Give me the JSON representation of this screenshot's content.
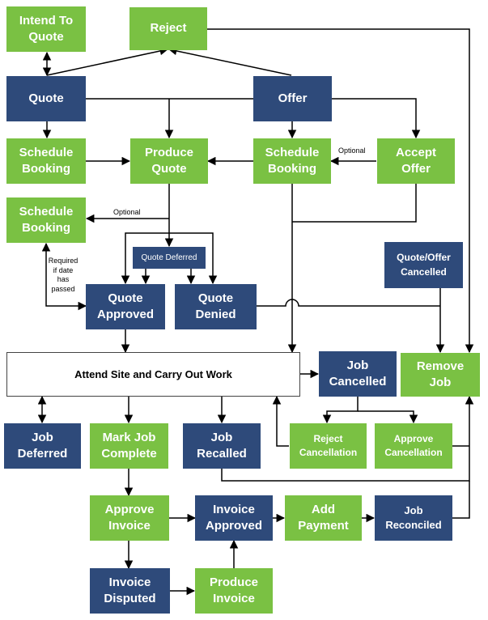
{
  "nodes": {
    "intend_to_quote": "Intend To\nQuote",
    "reject": "Reject",
    "quote": "Quote",
    "offer": "Offer",
    "schedule_booking_left": "Schedule\nBooking",
    "produce_quote": "Produce\nQuote",
    "schedule_booking_mid": "Schedule\nBooking",
    "accept_offer": "Accept\nOffer",
    "schedule_booking_lower": "Schedule\nBooking",
    "quote_deferred": "Quote Deferred",
    "quote_offer_cancelled": "Quote/Offer\nCancelled",
    "quote_approved": "Quote\nApproved",
    "quote_denied": "Quote\nDenied",
    "attend_site": "Attend Site and Carry Out Work",
    "job_cancelled": "Job\nCancelled",
    "remove_job": "Remove\nJob",
    "job_deferred": "Job\nDeferred",
    "mark_job_complete": "Mark Job\nComplete",
    "job_recalled": "Job\nRecalled",
    "reject_cancellation": "Reject\nCancellation",
    "approve_cancellation": "Approve\nCancellation",
    "approve_invoice": "Approve\nInvoice",
    "invoice_approved": "Invoice\nApproved",
    "add_payment": "Add\nPayment",
    "job_reconciled": "Job\nReconciled",
    "invoice_disputed": "Invoice\nDisputed",
    "produce_invoice": "Produce\nInvoice"
  },
  "notes": {
    "optional_accept": "Optional",
    "optional_produce": "Optional",
    "required_if_date": "Required\nif date\nhas\npassed"
  },
  "colors": {
    "green": "#7ac143",
    "blue": "#2e4a7a",
    "line": "#000000"
  }
}
